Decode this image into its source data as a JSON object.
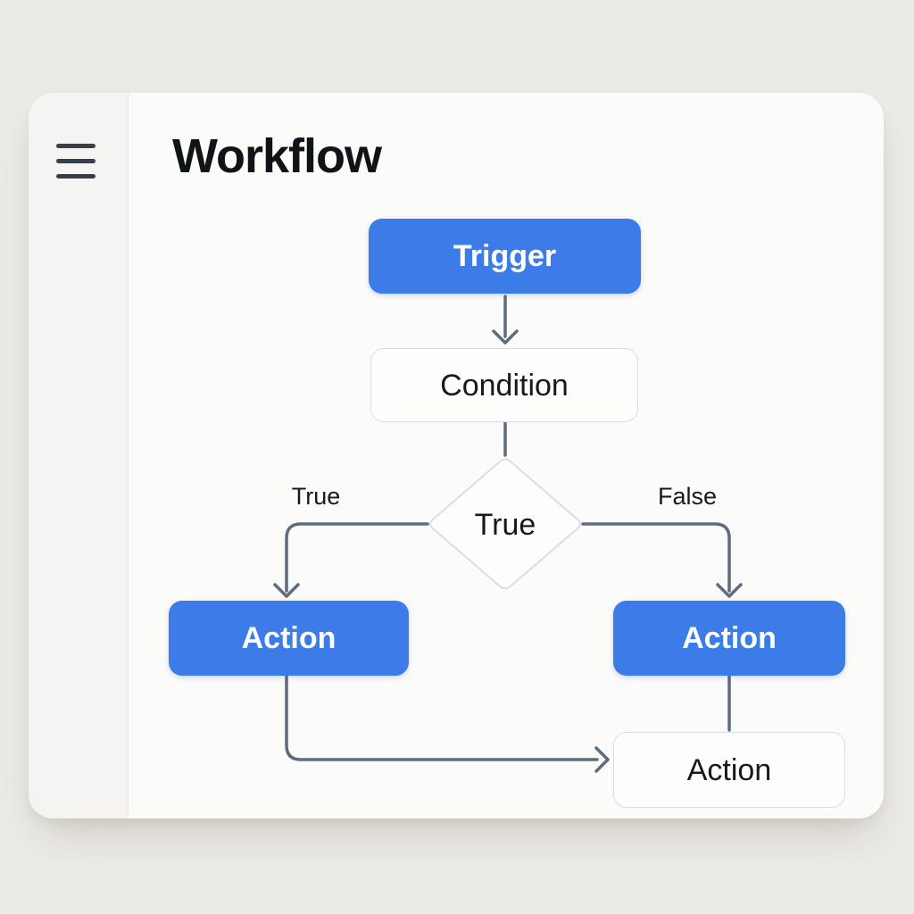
{
  "app": {
    "title": "Workflow",
    "sidebar": {
      "menu_icon": "hamburger-icon"
    }
  },
  "colors": {
    "accent_blue": "#3C7CE9",
    "connector_gray": "#5E6C80",
    "node_border_gray": "#D9DDE4",
    "background": "#EDEBE6",
    "card_background": "#FBFBFA",
    "sidebar_background": "#F5F4F2",
    "dark_text": "#16191E",
    "light_text": "#FFFFFF"
  },
  "diagram": {
    "nodes": {
      "trigger": {
        "label": "Trigger",
        "style": "primary"
      },
      "condition": {
        "label": "Condition",
        "style": "outline"
      },
      "decision": {
        "label": "True",
        "style": "diamond"
      },
      "action_left": {
        "label": "Action",
        "style": "primary"
      },
      "action_right": {
        "label": "Action",
        "style": "primary"
      },
      "action_bottom": {
        "label": "Action",
        "style": "outline"
      }
    },
    "edge_labels": {
      "true_branch": "True",
      "false_branch": "False"
    }
  }
}
